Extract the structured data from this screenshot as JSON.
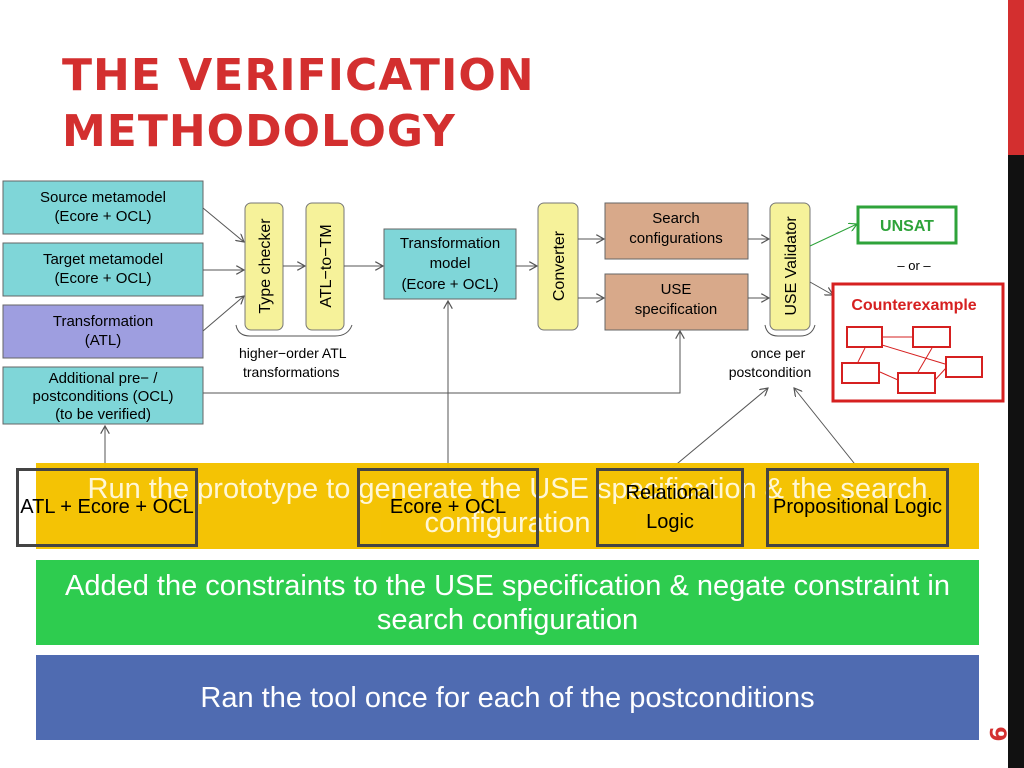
{
  "slide": {
    "title_line1": "THE VERIFICATION",
    "title_line2": "METHODOLOGY",
    "page_number": "9"
  },
  "diagram": {
    "source_metamodel": [
      "Source metamodel",
      "(Ecore + OCL)"
    ],
    "target_metamodel": [
      "Target metamodel",
      "(Ecore + OCL)"
    ],
    "transformation": [
      "Transformation",
      "(ATL)"
    ],
    "additional": [
      "Additional pre− /",
      "postconditions (OCL)",
      "(to be verified)"
    ],
    "type_checker": "Type checker",
    "atl_to_tm": "ATL−to−TM",
    "hot_label": [
      "higher−order ATL",
      "transformations"
    ],
    "transformation_model": [
      "Transformation",
      "model",
      "(Ecore + OCL)"
    ],
    "converter": "Converter",
    "search_configurations": [
      "Search",
      "configurations"
    ],
    "use_specification": [
      "USE",
      "specification"
    ],
    "use_validator": "USE Validator",
    "once_per": [
      "once per",
      "postcondition"
    ],
    "unsat": "UNSAT",
    "or": "– or –",
    "counterexample": "Counterexample"
  },
  "bands": {
    "run": "Run the prototype to generate the USE specification & the search configuration",
    "added": "Added the constraints to the USE specification & negate constraint in search configuration",
    "ran": "Ran the tool once for each of the postconditions"
  },
  "callouts": {
    "atl_ecore_ocl": "ATL + Ecore + OCL",
    "ecore_ocl": "Ecore + OCL",
    "relational": "Relational Logic",
    "propositional": "Propositional Logic"
  },
  "colors": {
    "title": "#d32f2f",
    "teal_box": "#7fd6d8",
    "purple_box": "#9e9ee0",
    "yellow_box": "#f6f29a",
    "brown_box": "#d8a98a",
    "unsat_green": "#2ea33a",
    "counterexample_red": "#d62020",
    "band_yellow": "#f4c200",
    "band_green": "#2ecc4f",
    "band_blue": "#4f6bb1"
  }
}
